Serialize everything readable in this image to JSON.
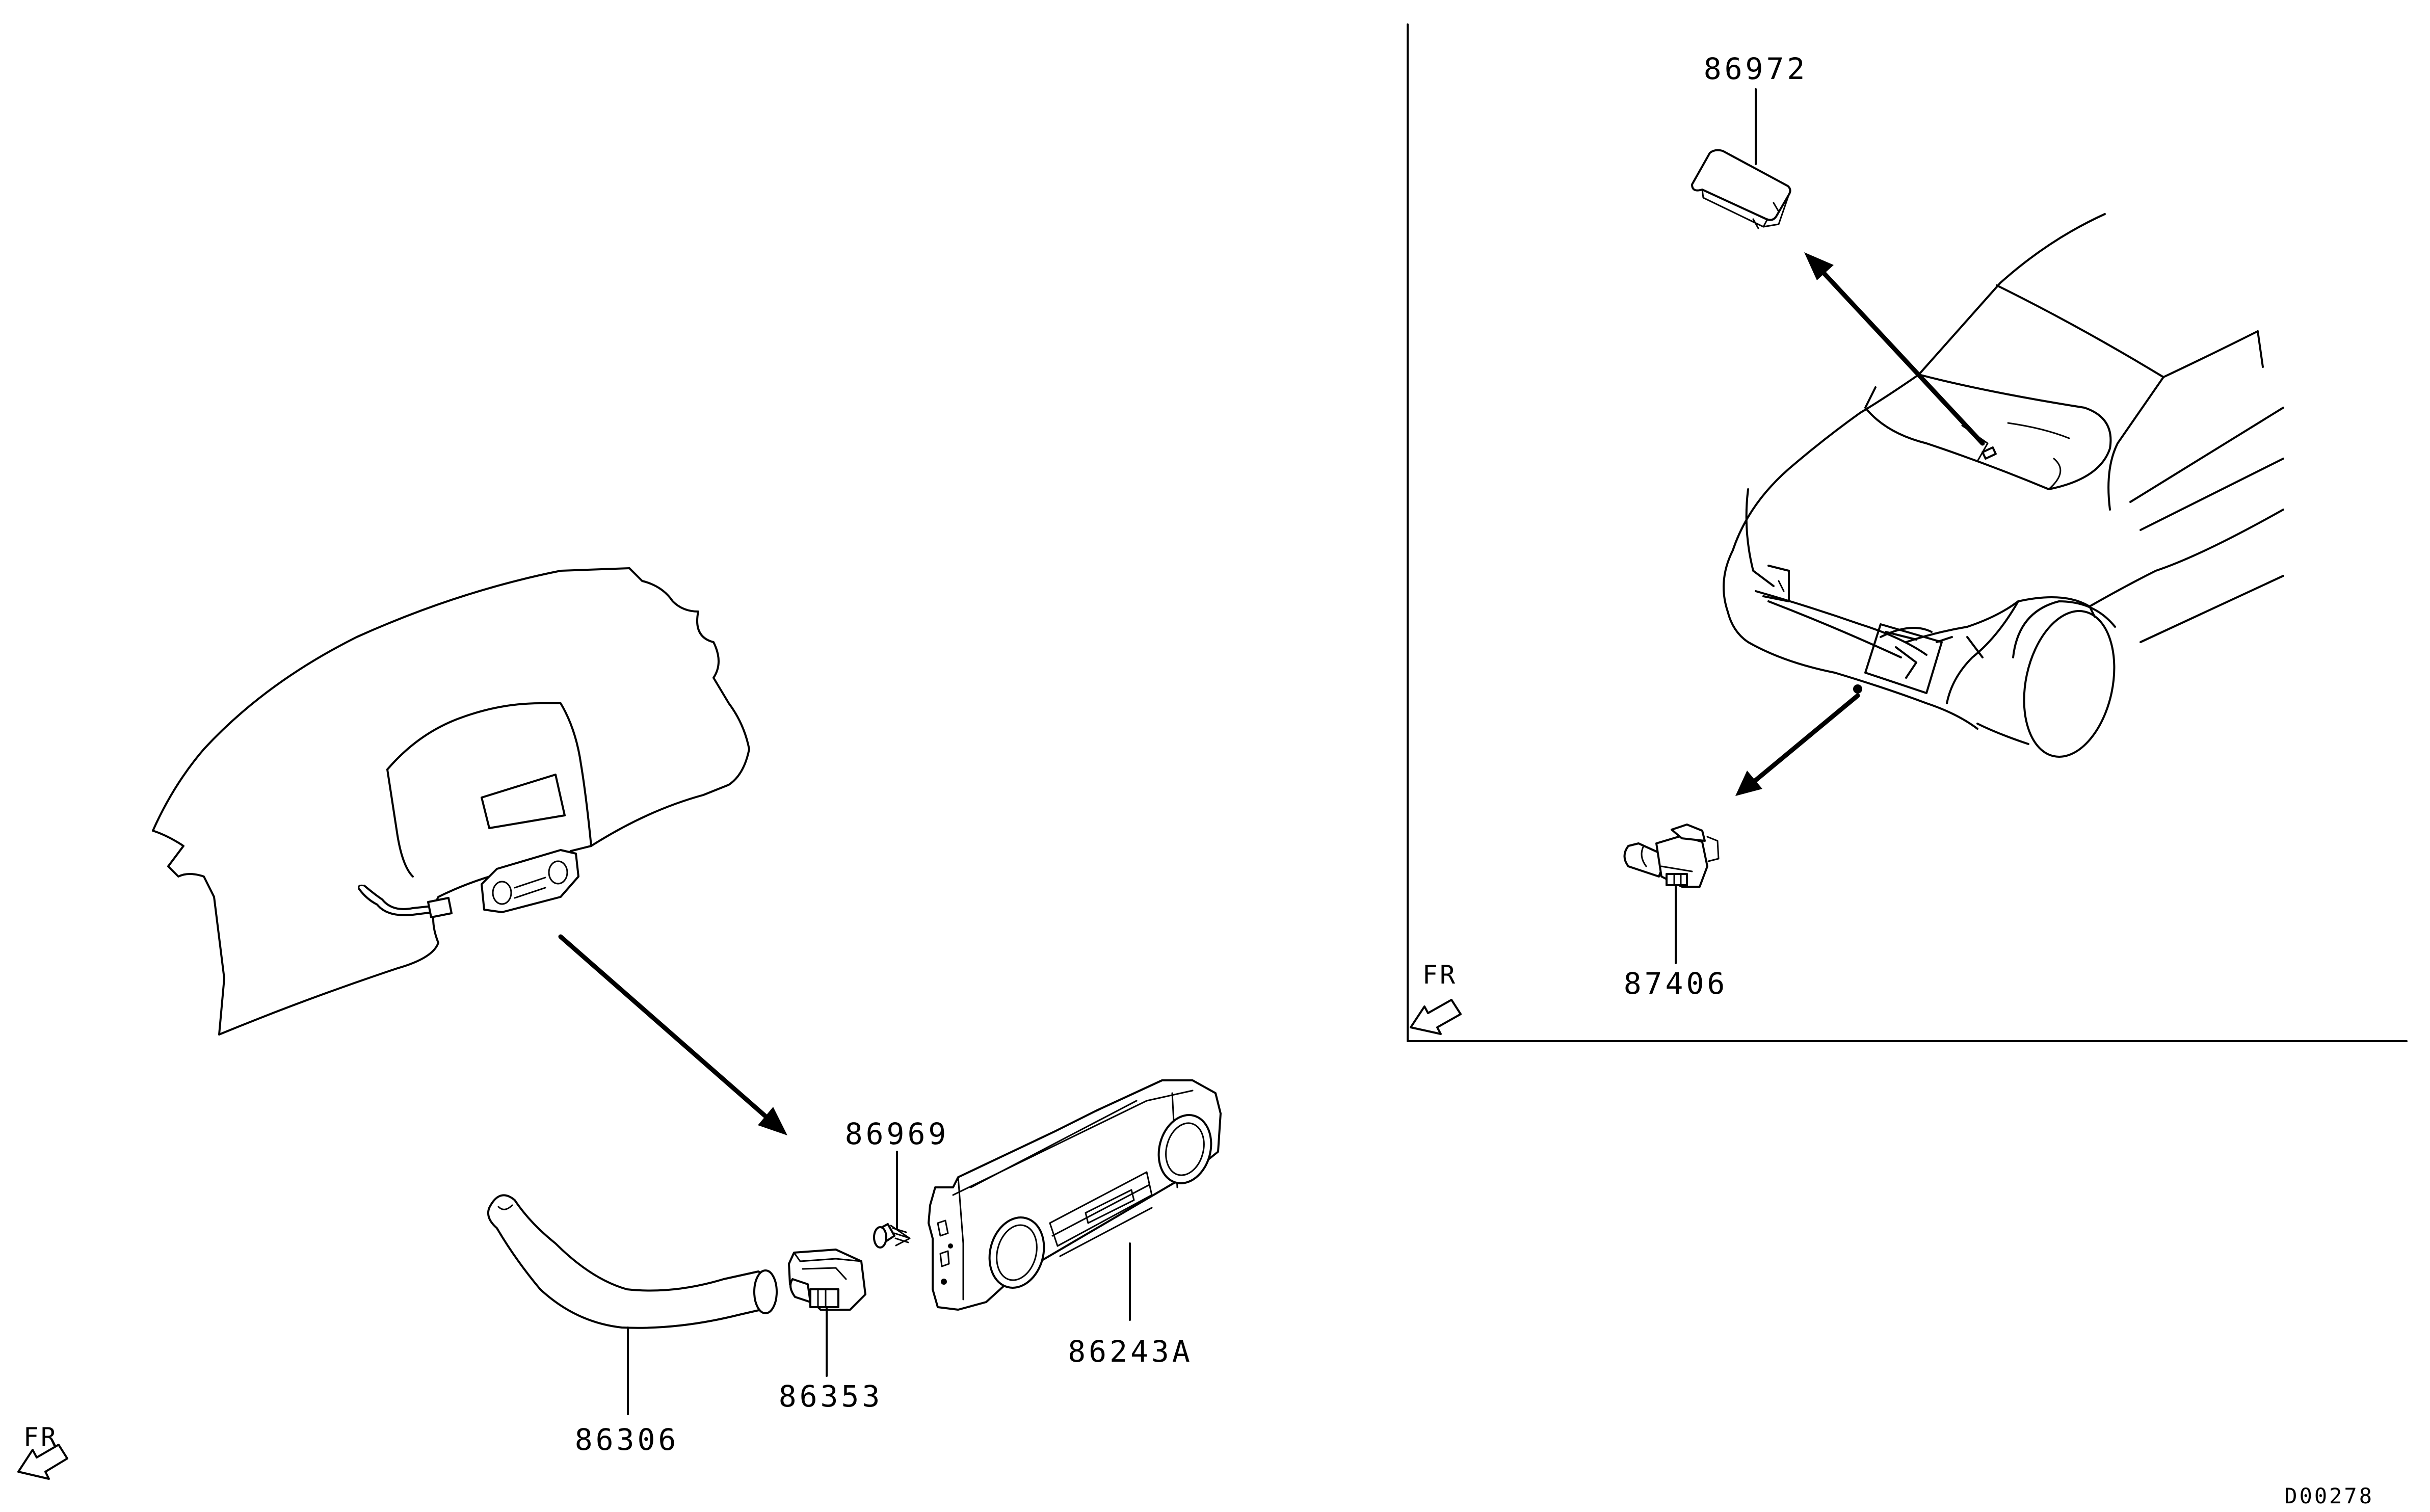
{
  "diagram": {
    "part_labels": {
      "p86972": "86972",
      "p87406": "87406",
      "p86969": "86969",
      "p86243A": "86243A",
      "p86353": "86353",
      "p86306": "86306"
    },
    "direction_labels": {
      "inset": "FR",
      "main": "FR"
    },
    "drawing_code": "D00278"
  }
}
